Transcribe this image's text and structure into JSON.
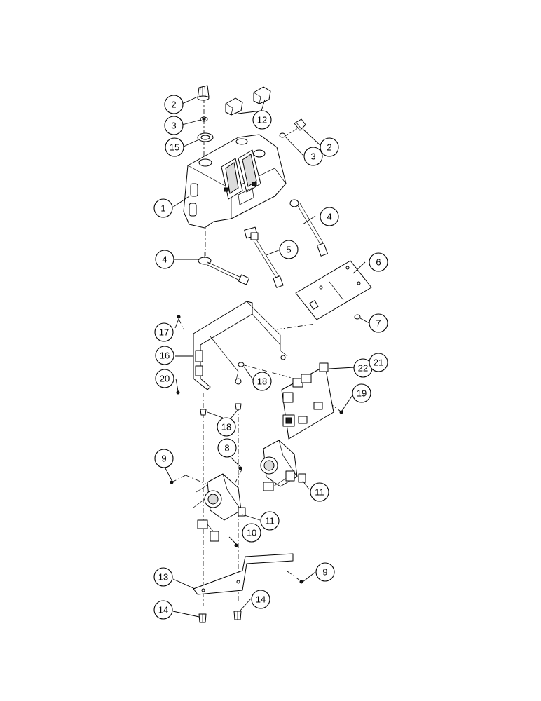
{
  "callouts": [
    {
      "id": "c2a",
      "label": "2"
    },
    {
      "id": "c3a",
      "label": "3"
    },
    {
      "id": "c15",
      "label": "15"
    },
    {
      "id": "c12",
      "label": "12"
    },
    {
      "id": "c2b",
      "label": "2"
    },
    {
      "id": "c3b",
      "label": "3"
    },
    {
      "id": "c1",
      "label": "1"
    },
    {
      "id": "c4a",
      "label": "4"
    },
    {
      "id": "c5",
      "label": "5"
    },
    {
      "id": "c4b",
      "label": "4"
    },
    {
      "id": "c6",
      "label": "6"
    },
    {
      "id": "c7",
      "label": "7"
    },
    {
      "id": "c17",
      "label": "17"
    },
    {
      "id": "c16",
      "label": "16"
    },
    {
      "id": "c20",
      "label": "20"
    },
    {
      "id": "c18a",
      "label": "18"
    },
    {
      "id": "c22",
      "label": "22"
    },
    {
      "id": "c21",
      "label": "21"
    },
    {
      "id": "c19",
      "label": "19"
    },
    {
      "id": "c18b",
      "label": "18"
    },
    {
      "id": "c9a",
      "label": "9"
    },
    {
      "id": "c8",
      "label": "8"
    },
    {
      "id": "c11a",
      "label": "11"
    },
    {
      "id": "c11b",
      "label": "11"
    },
    {
      "id": "c10",
      "label": "10"
    },
    {
      "id": "c9b",
      "label": "9"
    },
    {
      "id": "c13",
      "label": "13"
    },
    {
      "id": "c14a",
      "label": "14"
    },
    {
      "id": "c14b",
      "label": "14"
    }
  ]
}
